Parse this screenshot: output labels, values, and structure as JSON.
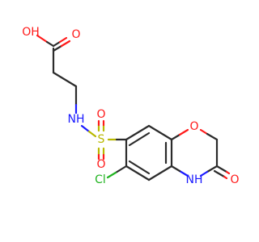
{
  "molecule": {
    "atom_labels": {
      "oh": "OH",
      "carbonyl_o_acid": "O",
      "nh_sulfonamide": "NH",
      "s": "S",
      "s_o_top": "O",
      "s_o_bottom": "O",
      "ring_o": "O",
      "cl": "Cl",
      "nh_lactam": "NH",
      "lactam_o": "O"
    },
    "colors": {
      "carbon_bond": "#2b2b2b",
      "oxygen": "#ff1a1a",
      "nitrogen": "#1a1aff",
      "sulfur": "#b8b800",
      "chlorine": "#22b422"
    }
  }
}
